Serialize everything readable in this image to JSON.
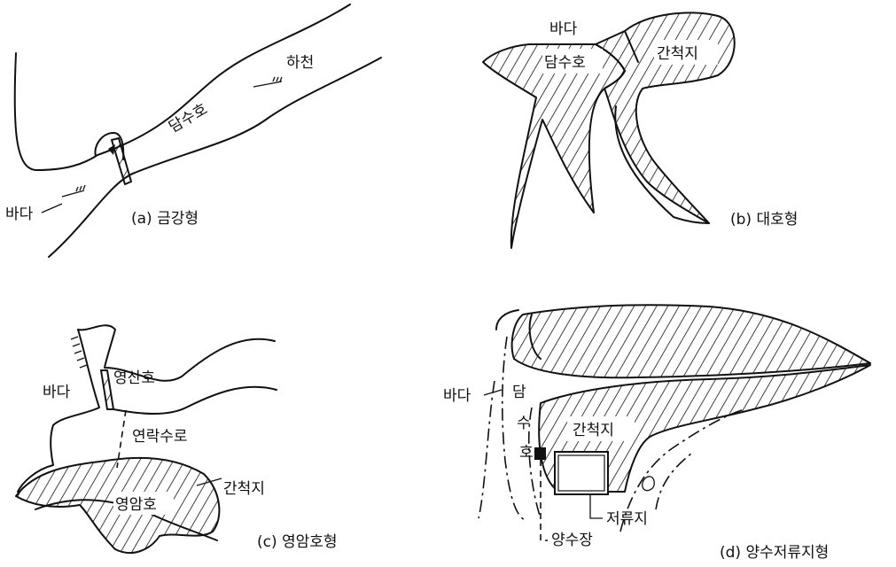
{
  "panel_a": {
    "caption": "(a) 금강형",
    "label_lake": "담수호",
    "label_river": "하천",
    "label_sea": "바다"
  },
  "panel_b": {
    "caption": "(b) 대호형",
    "label_sea": "바다",
    "label_lake": "담수호",
    "label_tidal": "간척지"
  },
  "panel_c": {
    "caption": "(c) 영암호형",
    "label_sea": "바다",
    "label_yeongsan": "영산호",
    "label_channel": "연락수로",
    "label_tidal": "간척지",
    "label_yeongam": "영암호"
  },
  "panel_d": {
    "caption": "(d) 양수저류지형",
    "label_sea": "바다",
    "label_lake_1": "담",
    "label_lake_2": "수",
    "label_lake_3": "호",
    "label_tidal": "간척지",
    "label_reservoir": "저류지",
    "label_pump": "양수장"
  }
}
